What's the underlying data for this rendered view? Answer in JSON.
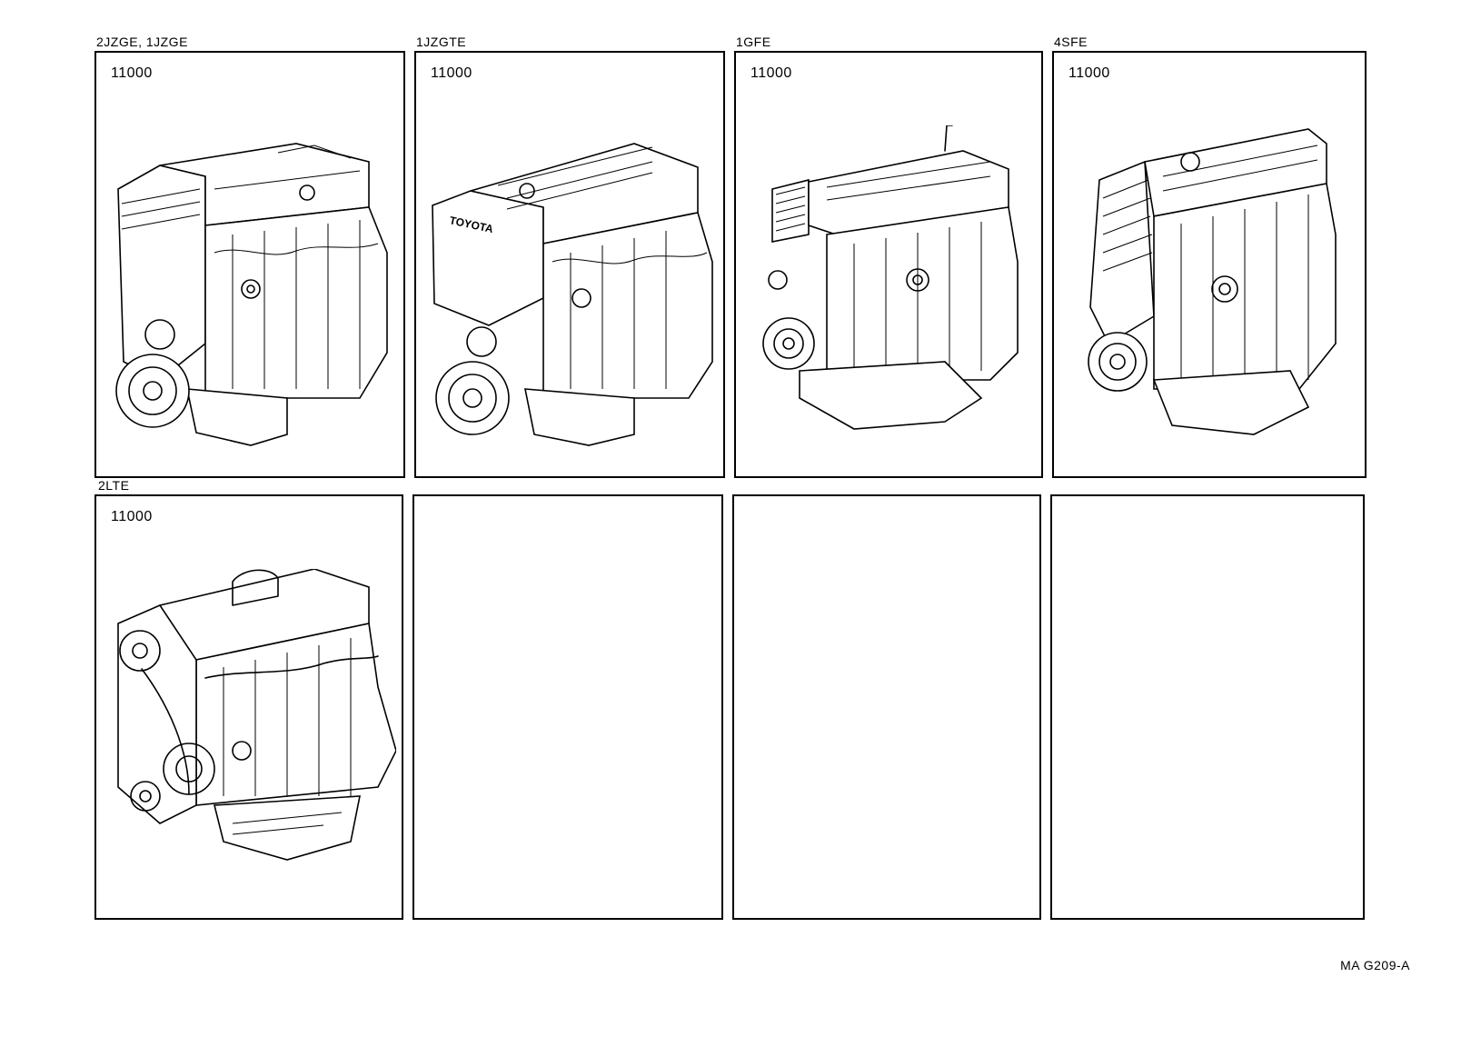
{
  "panels": [
    {
      "label": "2JZGE, 1JZGE",
      "part": "11000",
      "has_engine": true
    },
    {
      "label": "1JZGTE",
      "part": "11000",
      "has_engine": true,
      "badge": "TOYOTA"
    },
    {
      "label": "1GFE",
      "part": "11000",
      "has_engine": true
    },
    {
      "label": "4SFE",
      "part": "11000",
      "has_engine": true
    },
    {
      "label": "2LTE",
      "part": "11000",
      "has_engine": true
    },
    {
      "label": "",
      "part": "",
      "has_engine": false
    },
    {
      "label": "",
      "part": "",
      "has_engine": false
    },
    {
      "label": "",
      "part": "",
      "has_engine": false
    }
  ],
  "footer": {
    "code": "MA G209-A"
  }
}
